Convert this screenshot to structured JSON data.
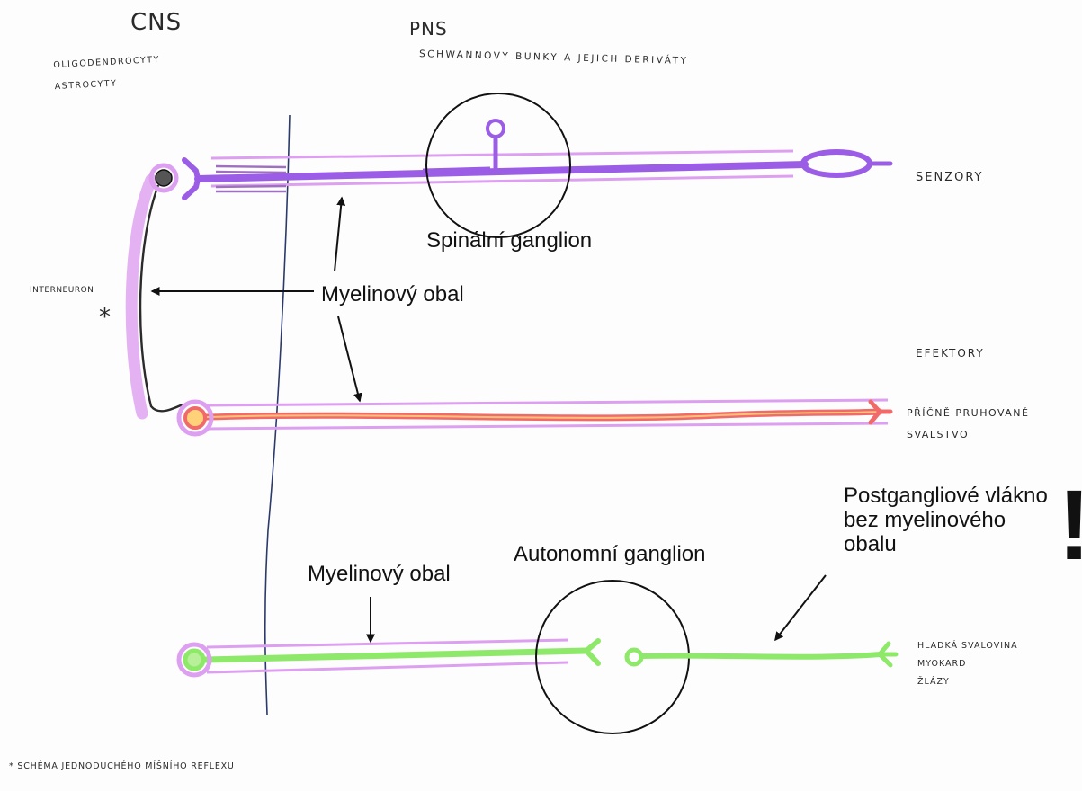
{
  "headers": {
    "cns": "CNS",
    "cns_cells": "oligodendrocyty\nastrocyty",
    "pns": "PNS",
    "pns_cells": "schwannovy bunky a jejich deriváty"
  },
  "neurons": {
    "sensory_label": "senzory",
    "interneuron_label": "interneuron",
    "interneuron_mark": "*",
    "effectors_label": "efektory",
    "skeletal_muscle_label": "příčně pruhované\nsvalstvo",
    "smooth_targets_label": "hladká svalovina\nmyokard\nžlázy"
  },
  "callouts": {
    "spinal_ganglion": "Spinální ganglion",
    "myelin_sheath_top": "Myelinový obal",
    "autonomic_ganglion": "Autonomní ganglion",
    "myelin_sheath_bottom": "Myelinový obal",
    "postganglionic_fiber": "Postgangliové vlákno\nbez myelinového\nobalu",
    "exclamation": "!"
  },
  "footnote": "* schéma jednoduchého míšního reflexu",
  "colors": {
    "sensory_neuron": "#9b5de5",
    "motor_neuron": "#f06a6a",
    "motor_core": "#ffd27a",
    "autonomic_neuron": "#8ee86a",
    "myelin": "#dd9ff0",
    "interneuron_line": "#2b2b2b",
    "cns_pns_border": "#2b3a6b",
    "annotation": "#111111"
  }
}
